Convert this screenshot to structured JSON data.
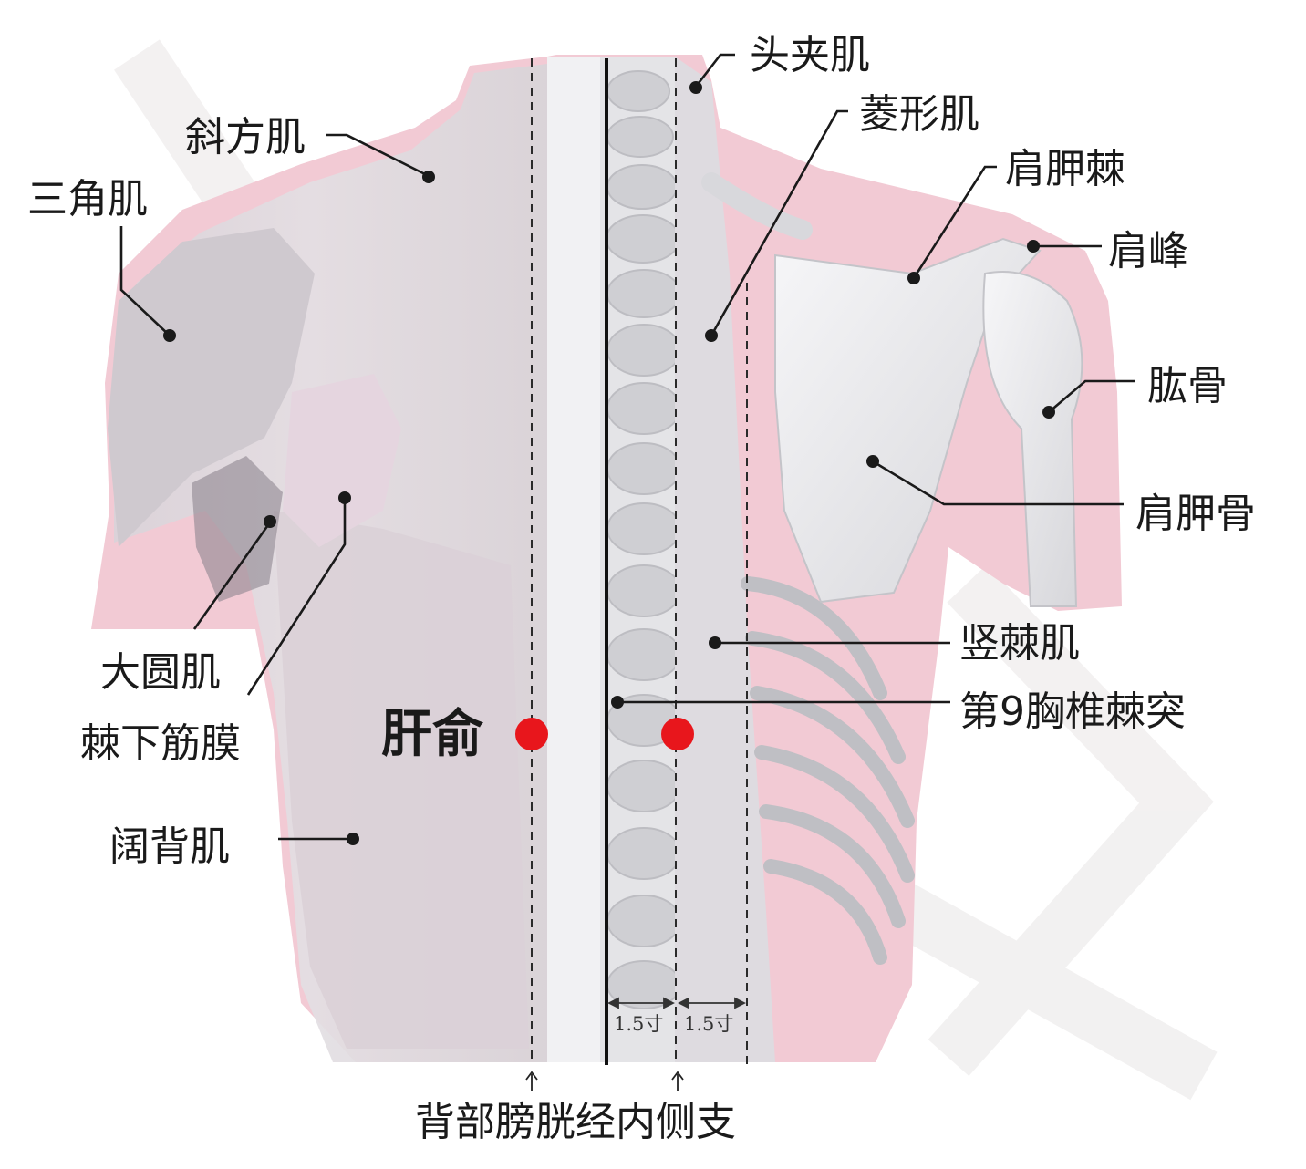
{
  "diagram": {
    "labels": {
      "touxiaji": "头夹肌",
      "xiefangji": "斜方肌",
      "linxingji": "菱形肌",
      "jianjiaji": "肩胛棘",
      "sanjiaoji": "三角肌",
      "jianfeng": "肩峰",
      "gonggu": "肱骨",
      "jianjiagu": "肩胛骨",
      "dayuanji": "大圆肌",
      "jixiajinmo": "棘下筋膜",
      "shujiji": "竖棘肌",
      "kuobeiji": "阔背肌",
      "t9": "第9胸椎棘突",
      "ganshu": "肝俞",
      "meridian": "背部膀胱经内侧支",
      "dist_left": "1.5寸",
      "dist_right": "1.5寸"
    },
    "colors": {
      "acupoint": "#e8161c",
      "skin": "#f2c8d2",
      "muscle": "#dcd8dc",
      "bone": "#eeeef0"
    }
  }
}
